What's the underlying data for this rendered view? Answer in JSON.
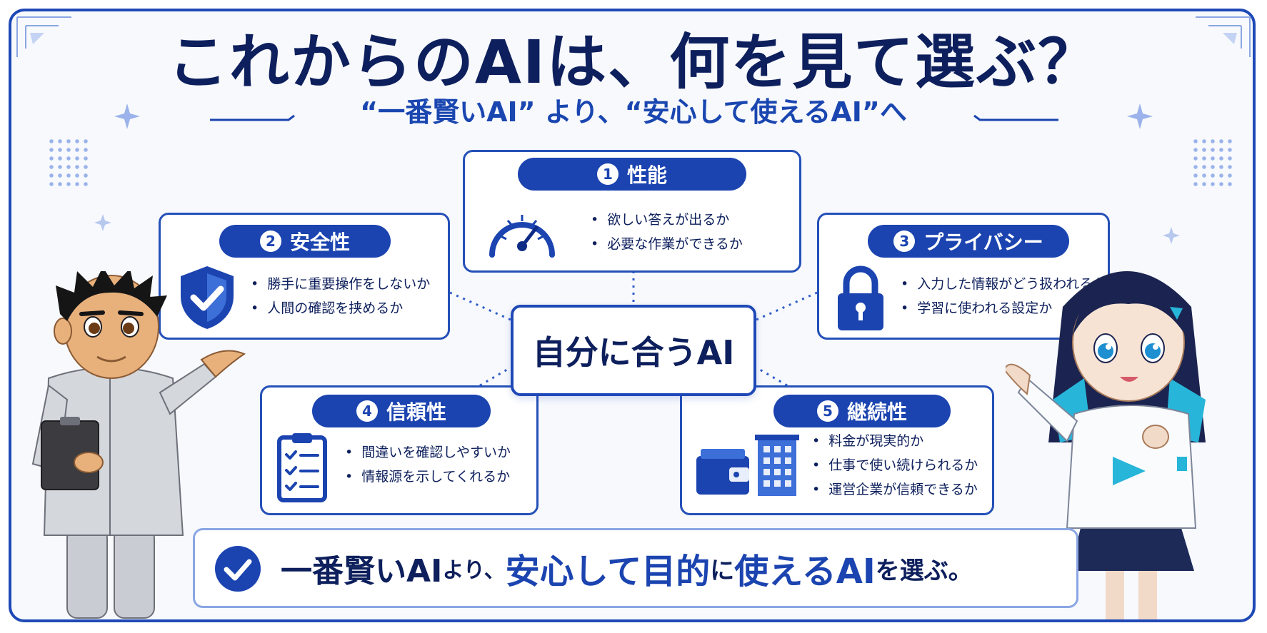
{
  "title": "これからのAIは、何を見て選ぶ？",
  "subtitle": "“一番賢いAI” より、“安心して使えるAI”へ",
  "center_label": "自分に合うAI",
  "criteria": [
    {
      "num": "1",
      "label": "性能",
      "icon": "speedometer-icon",
      "bullets": [
        "欲しい答えが出るか",
        "必要な作業ができるか"
      ]
    },
    {
      "num": "2",
      "label": "安全性",
      "icon": "shield-check-icon",
      "bullets": [
        "勝手に重要操作をしないか",
        "人間の確認を挟めるか"
      ]
    },
    {
      "num": "3",
      "label": "プライバシー",
      "icon": "lock-icon",
      "bullets": [
        "入力した情報がどう扱われるか",
        "学習に使われる設定か"
      ]
    },
    {
      "num": "4",
      "label": "信頼性",
      "icon": "checklist-clipboard-icon",
      "bullets": [
        "間違いを確認しやすいか",
        "情報源を示してくれるか"
      ]
    },
    {
      "num": "5",
      "label": "継続性",
      "icon": "wallet-building-icon",
      "bullets": [
        "料金が現実的か",
        "仕事で使い続けられるか",
        "運営企業が信頼できるか"
      ]
    }
  ],
  "conclusion": {
    "part1": "一番賢いAI",
    "part2": "より、",
    "part3": "安心して目的",
    "part4": "に",
    "part5": "使えるAI",
    "part6": "を選ぶ。"
  },
  "colors": {
    "navy": "#0d1f5c",
    "accent": "#1b44b0",
    "border": "#2450b8"
  }
}
